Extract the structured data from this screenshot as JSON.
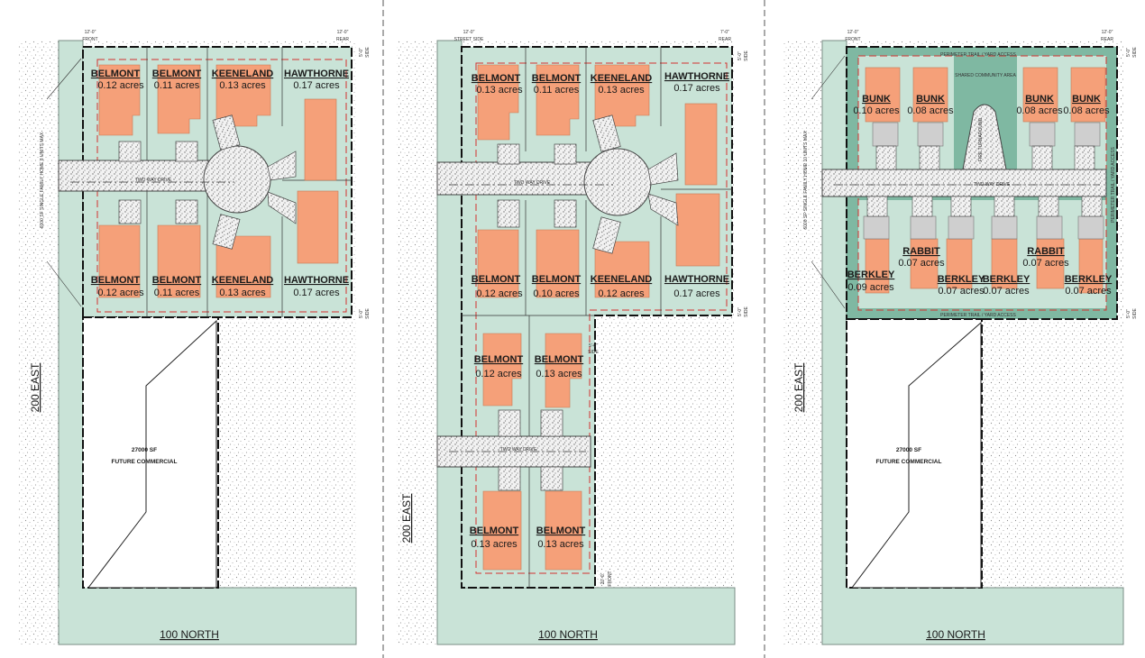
{
  "panels": [
    {
      "id": "p1",
      "side_street": "200 EAST",
      "bottom_street": "100 NORTH",
      "drive_label": "TWO WAY DRIVE",
      "zone_note": "6000 SF SINGLE FAMILY HOME  8 UNITS MAX",
      "dim_front": "12'-0\"",
      "dim_front_tag": "FRONT",
      "dim_rear": "12'-0\"",
      "dim_rear_tag": "REAR",
      "dim_side": "5'-0\"",
      "dim_side_tag": "SIDE",
      "commercial_area": "27000 SF",
      "commercial_use": "FUTURE COMMERCIAL",
      "lots": [
        {
          "name": "BELMONT",
          "area": "0.12 acres"
        },
        {
          "name": "BELMONT",
          "area": "0.11 acres"
        },
        {
          "name": "KEENELAND",
          "area": "0.13 acres"
        },
        {
          "name": "HAWTHORNE",
          "area": "0.17 acres"
        },
        {
          "name": "BELMONT",
          "area": "0.12 acres"
        },
        {
          "name": "BELMONT",
          "area": "0.11 acres"
        },
        {
          "name": "KEENELAND",
          "area": "0.13 acres"
        },
        {
          "name": "HAWTHORNE",
          "area": "0.17 acres"
        }
      ]
    },
    {
      "id": "p2",
      "side_street": "200 EAST",
      "bottom_street": "100 NORTH",
      "drive_label": "TWO WAY DRIVE",
      "dim_front": "12'-0\"",
      "dim_front_tag": "STREET SIDE",
      "dim_rear": "7'-0\"",
      "dim_rear_tag": "REAR",
      "dim_side": "5'-0\"",
      "dim_side_tag": "SIDE",
      "dim_front2": "20'-0\"",
      "dim_front2_tag": "FRONT",
      "lots": [
        {
          "name": "BELMONT",
          "area": "0.13 acres"
        },
        {
          "name": "BELMONT",
          "area": "0.11 acres"
        },
        {
          "name": "KEENELAND",
          "area": "0.13 acres"
        },
        {
          "name": "HAWTHORNE",
          "area": "0.17 acres"
        },
        {
          "name": "BELMONT",
          "area": "0.12 acres"
        },
        {
          "name": "BELMONT",
          "area": "0.10 acres"
        },
        {
          "name": "KEENELAND",
          "area": "0.12 acres"
        },
        {
          "name": "HAWTHORNE",
          "area": "0.17 acres"
        },
        {
          "name": "BELMONT",
          "area": "0.12 acres"
        },
        {
          "name": "BELMONT",
          "area": "0.13 acres"
        },
        {
          "name": "BELMONT",
          "area": "0.13 acres"
        },
        {
          "name": "BELMONT",
          "area": "0.13 acres"
        }
      ]
    },
    {
      "id": "p3",
      "side_street": "200 EAST",
      "bottom_street": "100 NORTH",
      "drive_label": "TWO WAY DRIVE",
      "zone_note": "6000 SF SINGLE FAMILY HOME  10 UNITS MAX",
      "trail_label": "PERIMETER TRAIL / YARD ACCESS",
      "community_label": "SHARED COMMUNITY AREA",
      "turnaround_label": "FIRE TURNAROUND",
      "dim_front": "12'-0\"",
      "dim_front_tag": "FRONT",
      "dim_rear": "12'-0\"",
      "dim_rear_tag": "REAR",
      "dim_side": "5'-0\"",
      "dim_side_tag": "SIDE",
      "commercial_area": "27000 SF",
      "commercial_use": "FUTURE COMMERCIAL",
      "lots": [
        {
          "name": "BUNK",
          "area": "0.10 acres"
        },
        {
          "name": "BUNK",
          "area": "0.08 acres"
        },
        {
          "name": "BUNK",
          "area": "0.08 acres"
        },
        {
          "name": "BUNK",
          "area": "0.08 acres"
        },
        {
          "name": "BERKLEY",
          "area": "0.09 acres"
        },
        {
          "name": "RABBIT",
          "area": "0.07 acres"
        },
        {
          "name": "BERKLEY",
          "area": "0.07 acres"
        },
        {
          "name": "BERKLEY",
          "area": "0.07 acres"
        },
        {
          "name": "RABBIT",
          "area": "0.07 acres"
        },
        {
          "name": "BERKLEY",
          "area": "0.07 acres"
        }
      ]
    }
  ],
  "colors": {
    "ground": "#c9e3d7",
    "house": "#f5a079",
    "dark_green": "#7fb8a2",
    "gray": "#cfcfcf",
    "setback": "#d3322f"
  }
}
